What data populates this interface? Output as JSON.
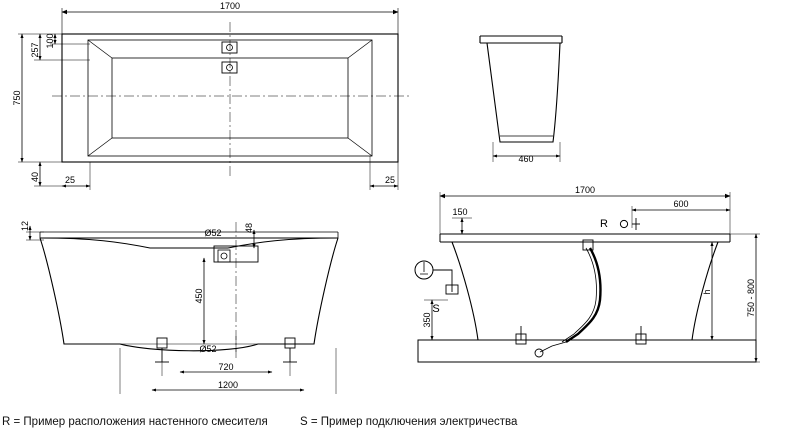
{
  "document": {
    "type": "technical-drawing",
    "subject": "bathtub-dimension-drawing"
  },
  "views": {
    "top": {
      "name": "top-view",
      "dimensions": {
        "length": "1700",
        "width": "750",
        "inner_offset_top": "257",
        "inner_offset_small": "100",
        "bottom_offset": "40",
        "edge_left": "25",
        "edge_right": "25"
      }
    },
    "section": {
      "name": "cross-section-view",
      "dimensions": {
        "width": "460"
      }
    },
    "front": {
      "name": "front-view",
      "dimensions": {
        "thickness": "12",
        "drain_diameter_top": "Ø52",
        "drain_depth": "48",
        "inner_height": "450",
        "drain_diameter_bottom": "Ø52",
        "feet_span": "720",
        "overall_span": "1200"
      }
    },
    "side": {
      "name": "installation-view",
      "dimensions": {
        "length": "1700",
        "tap_offset": "600",
        "top_offset": "150",
        "electric_height": "350",
        "height_label": "h",
        "height_range": "750 - 800"
      },
      "markers": {
        "tap": "R",
        "electric": "S"
      }
    }
  },
  "legend": {
    "tap_note": "R = Пример расположения настенного смесителя",
    "electric_note": "S = Пример подключения электричества"
  }
}
